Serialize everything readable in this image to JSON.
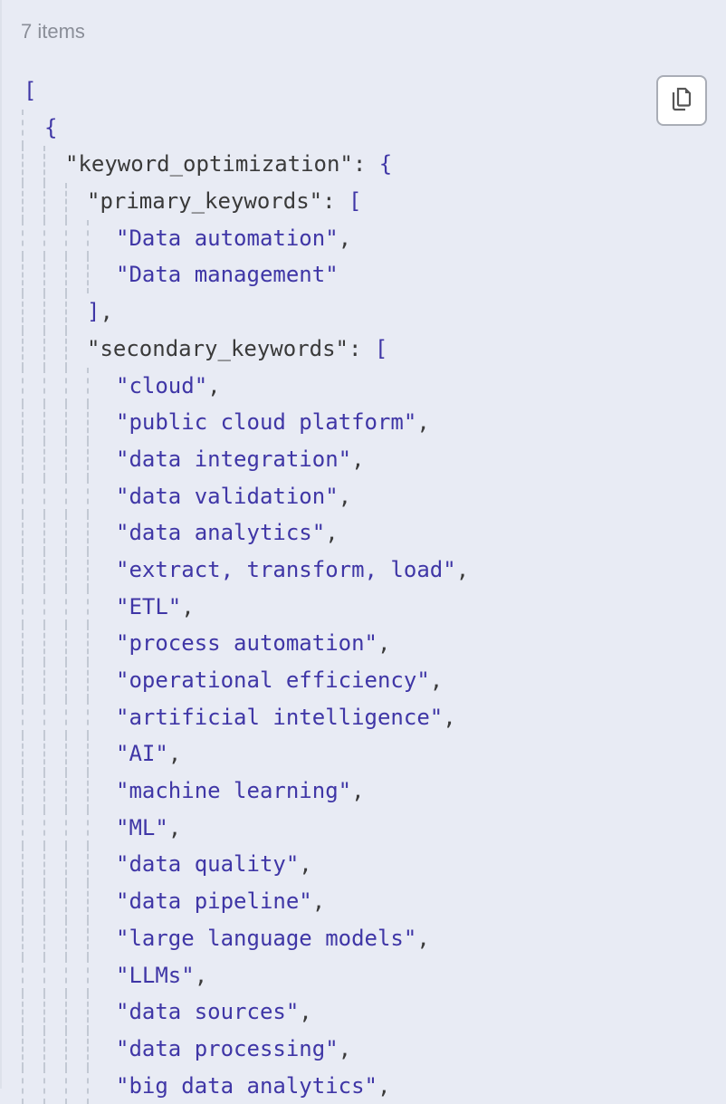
{
  "header": {
    "item_count": "7 items"
  },
  "copy_button": {
    "icon": "copy-icon"
  },
  "colors": {
    "string": "#3f36a6",
    "key": "#3a3a3a",
    "background": "#e8ebf4"
  },
  "json_lines": [
    {
      "level": 0,
      "parts": [
        [
          "punct",
          "["
        ]
      ]
    },
    {
      "level": 1,
      "parts": [
        [
          "punct",
          "{"
        ]
      ]
    },
    {
      "level": 2,
      "parts": [
        [
          "key",
          "\"keyword_optimization\": "
        ],
        [
          "punct",
          "{"
        ]
      ]
    },
    {
      "level": 3,
      "parts": [
        [
          "key",
          "\"primary_keywords\": "
        ],
        [
          "punct",
          "["
        ]
      ]
    },
    {
      "level": 4,
      "parts": [
        [
          "str",
          "\"Data automation\""
        ],
        [
          "comma",
          ","
        ]
      ]
    },
    {
      "level": 4,
      "parts": [
        [
          "str",
          "\"Data management\""
        ]
      ]
    },
    {
      "level": 3,
      "parts": [
        [
          "punct",
          "]"
        ],
        [
          "comma",
          ","
        ]
      ]
    },
    {
      "level": 3,
      "parts": [
        [
          "key",
          "\"secondary_keywords\": "
        ],
        [
          "punct",
          "["
        ]
      ]
    },
    {
      "level": 4,
      "parts": [
        [
          "str",
          "\"cloud\""
        ],
        [
          "comma",
          ","
        ]
      ]
    },
    {
      "level": 4,
      "parts": [
        [
          "str",
          "\"public cloud platform\""
        ],
        [
          "comma",
          ","
        ]
      ]
    },
    {
      "level": 4,
      "parts": [
        [
          "str",
          "\"data integration\""
        ],
        [
          "comma",
          ","
        ]
      ]
    },
    {
      "level": 4,
      "parts": [
        [
          "str",
          "\"data validation\""
        ],
        [
          "comma",
          ","
        ]
      ]
    },
    {
      "level": 4,
      "parts": [
        [
          "str",
          "\"data analytics\""
        ],
        [
          "comma",
          ","
        ]
      ]
    },
    {
      "level": 4,
      "parts": [
        [
          "str",
          "\"extract, transform, load\""
        ],
        [
          "comma",
          ","
        ]
      ]
    },
    {
      "level": 4,
      "parts": [
        [
          "str",
          "\"ETL\""
        ],
        [
          "comma",
          ","
        ]
      ]
    },
    {
      "level": 4,
      "parts": [
        [
          "str",
          "\"process automation\""
        ],
        [
          "comma",
          ","
        ]
      ]
    },
    {
      "level": 4,
      "parts": [
        [
          "str",
          "\"operational efficiency\""
        ],
        [
          "comma",
          ","
        ]
      ]
    },
    {
      "level": 4,
      "parts": [
        [
          "str",
          "\"artificial intelligence\""
        ],
        [
          "comma",
          ","
        ]
      ]
    },
    {
      "level": 4,
      "parts": [
        [
          "str",
          "\"AI\""
        ],
        [
          "comma",
          ","
        ]
      ]
    },
    {
      "level": 4,
      "parts": [
        [
          "str",
          "\"machine learning\""
        ],
        [
          "comma",
          ","
        ]
      ]
    },
    {
      "level": 4,
      "parts": [
        [
          "str",
          "\"ML\""
        ],
        [
          "comma",
          ","
        ]
      ]
    },
    {
      "level": 4,
      "parts": [
        [
          "str",
          "\"data quality\""
        ],
        [
          "comma",
          ","
        ]
      ]
    },
    {
      "level": 4,
      "parts": [
        [
          "str",
          "\"data pipeline\""
        ],
        [
          "comma",
          ","
        ]
      ]
    },
    {
      "level": 4,
      "parts": [
        [
          "str",
          "\"large language models\""
        ],
        [
          "comma",
          ","
        ]
      ]
    },
    {
      "level": 4,
      "parts": [
        [
          "str",
          "\"LLMs\""
        ],
        [
          "comma",
          ","
        ]
      ]
    },
    {
      "level": 4,
      "parts": [
        [
          "str",
          "\"data sources\""
        ],
        [
          "comma",
          ","
        ]
      ]
    },
    {
      "level": 4,
      "parts": [
        [
          "str",
          "\"data processing\""
        ],
        [
          "comma",
          ","
        ]
      ]
    },
    {
      "level": 4,
      "parts": [
        [
          "str",
          "\"big data analytics\""
        ],
        [
          "comma",
          ","
        ]
      ]
    }
  ]
}
